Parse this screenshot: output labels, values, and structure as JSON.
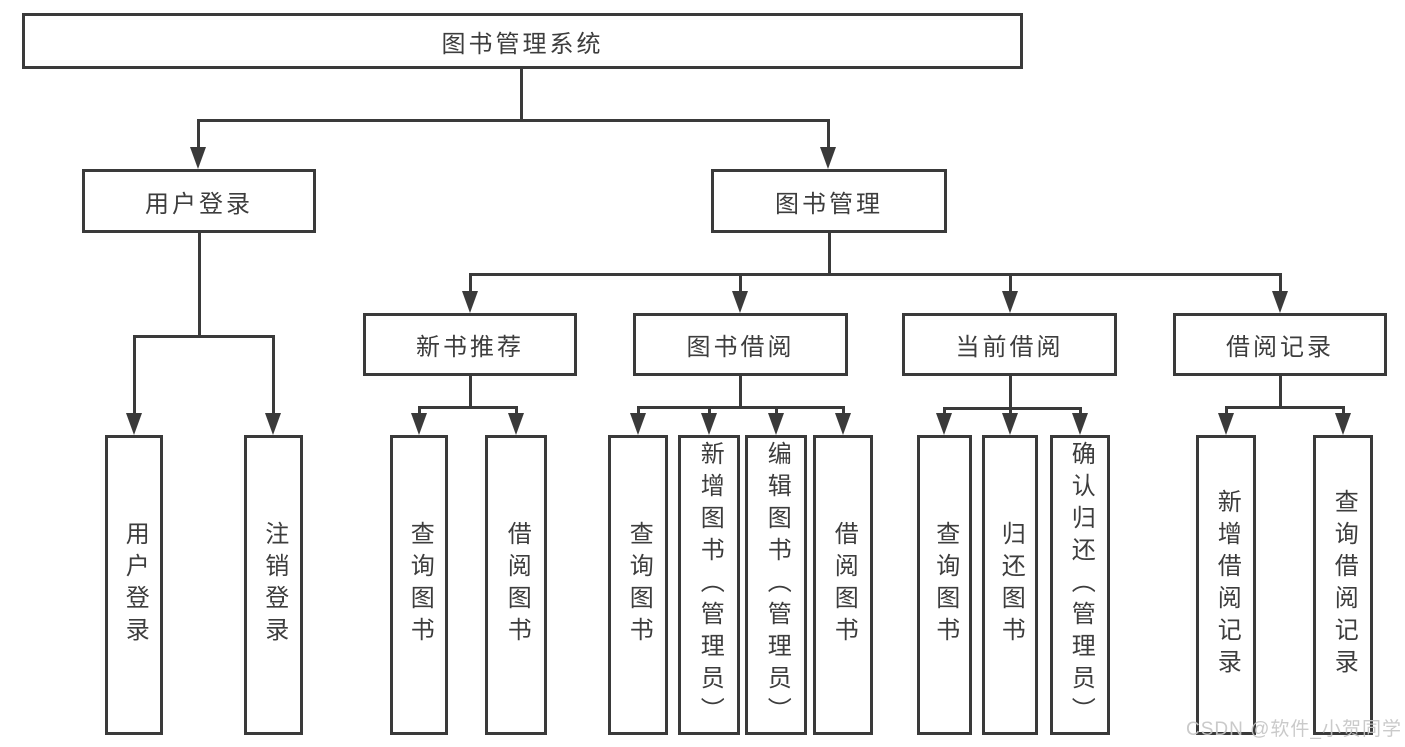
{
  "diagram_title": "图书管理系统",
  "tree": {
    "label": "图书管理系统",
    "children": [
      {
        "label": "用户登录",
        "children": [
          {
            "label": "用户登录"
          },
          {
            "label": "注销登录"
          }
        ]
      },
      {
        "label": "图书管理",
        "children": [
          {
            "label": "新书推荐",
            "children": [
              {
                "label": "查询图书"
              },
              {
                "label": "借阅图书"
              }
            ]
          },
          {
            "label": "图书借阅",
            "children": [
              {
                "label": "查询图书"
              },
              {
                "label": "新增图书（管理员）"
              },
              {
                "label": "编辑图书（管理员）"
              },
              {
                "label": "借阅图书"
              }
            ]
          },
          {
            "label": "当前借阅",
            "children": [
              {
                "label": "查询图书"
              },
              {
                "label": "归还图书"
              },
              {
                "label": "确认归还（管理员）"
              }
            ]
          },
          {
            "label": "借阅记录",
            "children": [
              {
                "label": "新增借阅记录"
              },
              {
                "label": "查询借阅记录"
              }
            ]
          }
        ]
      }
    ]
  },
  "watermark": {
    "text": "CSDN @软件_小贺同学"
  },
  "colors": {
    "line": "#3a3a3a",
    "text": "#3d3d3d",
    "background": "#ffffff",
    "watermark": "#c6c6c6"
  }
}
